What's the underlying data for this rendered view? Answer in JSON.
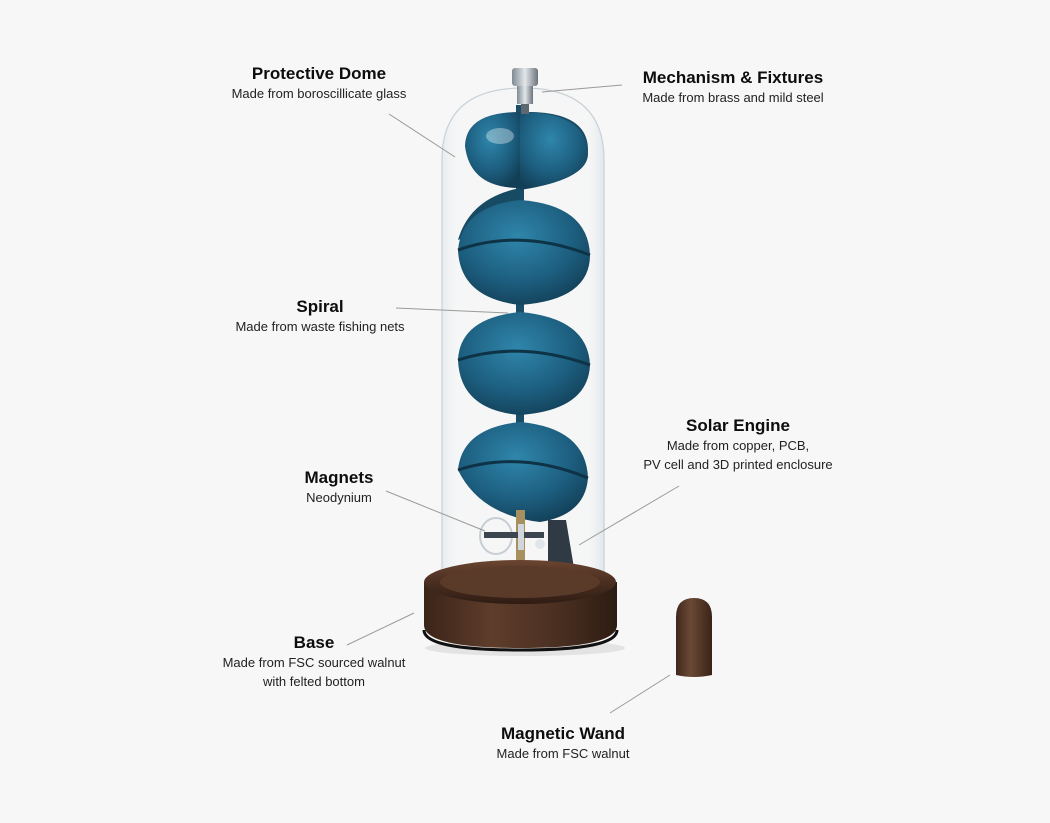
{
  "diagram": {
    "subject": "Solar-powered spiral kinetic sculpture under glass dome",
    "colors": {
      "background": "#f7f7f7",
      "spiral": "#1f6383",
      "walnut": "#4a2f22",
      "leader_line": "#9a9a9a"
    },
    "labels": [
      {
        "id": "protective-dome",
        "title": "Protective Dome",
        "lines": [
          "Made from boroscillicate glass"
        ]
      },
      {
        "id": "mechanism-fixtures",
        "title": "Mechanism & Fixtures",
        "lines": [
          "Made from brass and mild steel"
        ]
      },
      {
        "id": "spiral",
        "title": "Spiral",
        "lines": [
          "Made from waste fishing nets"
        ]
      },
      {
        "id": "solar-engine",
        "title": "Solar Engine",
        "lines": [
          "Made from copper, PCB,",
          "PV cell and 3D printed enclosure"
        ]
      },
      {
        "id": "magnets",
        "title": "Magnets",
        "lines": [
          "Neodynium"
        ]
      },
      {
        "id": "base",
        "title": "Base",
        "lines": [
          "Made from FSC sourced walnut",
          "with felted bottom"
        ]
      },
      {
        "id": "magnetic-wand",
        "title": "Magnetic Wand",
        "lines": [
          "Made from FSC walnut"
        ]
      }
    ]
  }
}
